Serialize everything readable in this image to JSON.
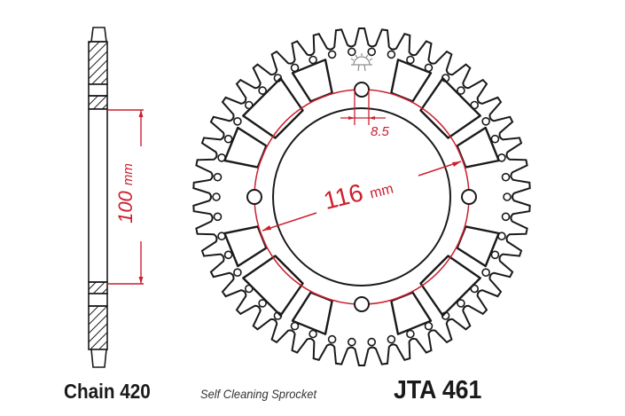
{
  "diagram": {
    "type": "sprocket-technical-drawing",
    "colors": {
      "outline": "#1a1a1a",
      "dimension": "#cc1f2e",
      "hatch": "#1a1a1a",
      "background": "#ffffff"
    },
    "side_view": {
      "dimension_value": "100",
      "dimension_unit": "mm"
    },
    "front_view": {
      "pcd_value": "116",
      "pcd_unit": "mm",
      "bolt_hole_value": "8.5",
      "teeth_count": 46,
      "bolt_holes": 4,
      "lightening_windows": 12,
      "logo_icon": "sun-logo-icon"
    },
    "captions": {
      "chain": "Chain 420",
      "feature": "Self Cleaning Sprocket",
      "model": "JTA 461"
    }
  }
}
